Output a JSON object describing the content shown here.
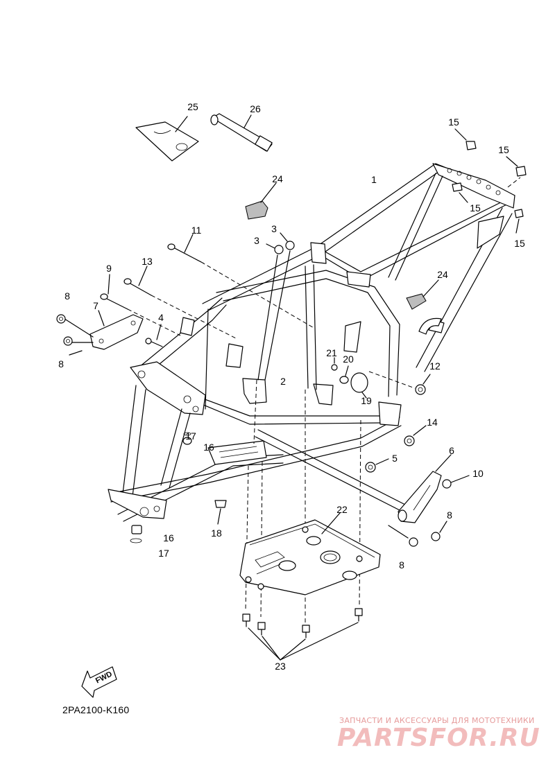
{
  "diagram_code": "2PA2100-K160",
  "fwd_label": "FWD",
  "watermark": {
    "tagline": "ЗАПЧАСТИ И АКСЕССУАРЫ ДЛЯ МОТОТЕХНИКИ",
    "logo": "PARTSFOR.RU"
  },
  "callouts": {
    "c1": "1",
    "c2": "2",
    "c3a": "3",
    "c3b": "3",
    "c4": "4",
    "c5": "5",
    "c6": "6",
    "c7": "7",
    "c8a": "8",
    "c8b": "8",
    "c8c": "8",
    "c8d": "8",
    "c9": "9",
    "c10": "10",
    "c11": "11",
    "c12": "12",
    "c13": "13",
    "c14": "14",
    "c15a": "15",
    "c15b": "15",
    "c15c": "15",
    "c15d": "15",
    "c16a": "16",
    "c16b": "16",
    "c17a": "17",
    "c17b": "17",
    "c18": "18",
    "c19": "19",
    "c20": "20",
    "c21": "21",
    "c22": "22",
    "c23": "23",
    "c24a": "24",
    "c24b": "24",
    "c25": "25",
    "c26": "26"
  }
}
